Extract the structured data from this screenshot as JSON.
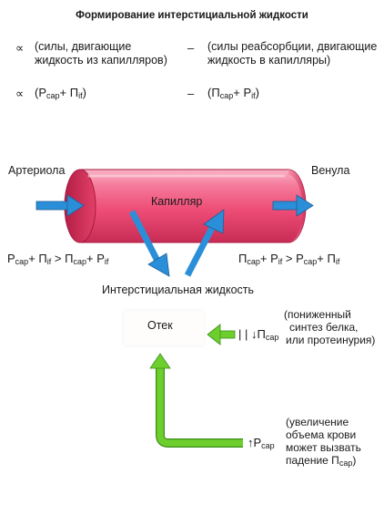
{
  "title": "Формирование интерстициальной жидкости",
  "legend": {
    "row1": {
      "left_symbol": "∝",
      "left_text_line1": "(силы, двигающие",
      "left_text_line2": "жидкость из капилляров)",
      "right_symbol": "–",
      "right_text_line1": "(силы реабсорбции, двигающие",
      "right_text_line2": "жидкость в капилляры)"
    },
    "row2": {
      "left_symbol": "∝",
      "left_formula_prefix": "(P",
      "left_formula_sub1": "cap",
      "left_formula_mid": "+ Π",
      "left_formula_sub2": "if",
      "left_formula_suffix": ")",
      "right_symbol": "–",
      "right_formula_prefix": "(Π",
      "right_formula_sub1": "cap",
      "right_formula_mid": "+ P",
      "right_formula_sub2": "if",
      "right_formula_suffix": ")"
    }
  },
  "vessel": {
    "left_label": "Артериола",
    "right_label": "Венула",
    "center_label": "Капилляр"
  },
  "equations": {
    "left": {
      "t1": "P",
      "s1": "cap",
      "t2": "+ Π",
      "s2": "if",
      "t3": " > Π",
      "s3": "cap",
      "t4": "+ P",
      "s4": "if"
    },
    "right": {
      "t1": "Π",
      "s1": "cap",
      "t2": "+ P",
      "s2": "if",
      "t3": " > P",
      "s3": "cap",
      "t4": "+ Π",
      "s4": "if"
    }
  },
  "interstitial_label": "Интерстициальная жидкость",
  "edema": {
    "label": "Отек",
    "cause1_marker_prefix": "| | ↓Π",
    "cause1_marker_sub": "cap",
    "cause1_line1": "(пониженный",
    "cause1_line2": "синтез белка,",
    "cause1_line3": "или протеинурия)",
    "cause2_marker_prefix": "↑P",
    "cause2_marker_sub": "cap",
    "cause2_line1": "(увеличение",
    "cause2_line2": "объема крови",
    "cause2_line3": "может вызвать",
    "cause2_line4_prefix": "падение Π",
    "cause2_line4_sub": "cap",
    "cause2_line4_suffix": ")"
  },
  "colors": {
    "capillary": "#f04f78",
    "capillary_dark": "#b8234a",
    "capillary_inner": "#d93a64",
    "flow_arrow": "#2a8fd8",
    "green_arrow": "#6dcf2e",
    "green_arrow_edge": "#3d8f17"
  }
}
